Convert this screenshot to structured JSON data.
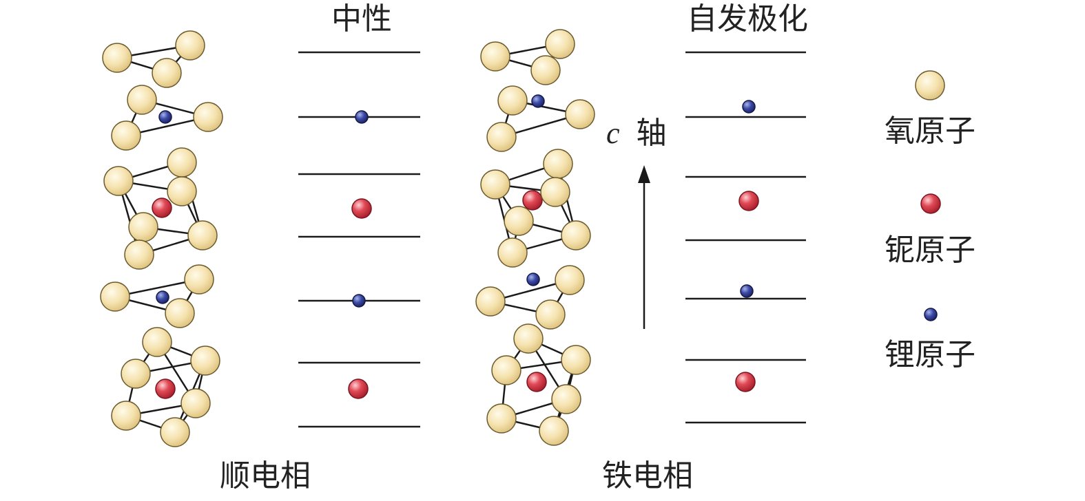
{
  "labels": {
    "neutral": "中性",
    "spontaneous_polarization": "自发极化",
    "c_axis_symbol": "c",
    "c_axis_text": "轴",
    "paraelectric_phase": "顺电相",
    "ferroelectric_phase": "铁电相"
  },
  "legend": {
    "oxygen": "氧原子",
    "niobium": "铌原子",
    "lithium": "锂原子"
  },
  "colors": {
    "oxygen": "#f3dfa9",
    "oxygen_stroke": "#6b5a2e",
    "niobium": "#d63b48",
    "lithium": "#2e3a8c",
    "line": "#1a1a1a"
  }
}
